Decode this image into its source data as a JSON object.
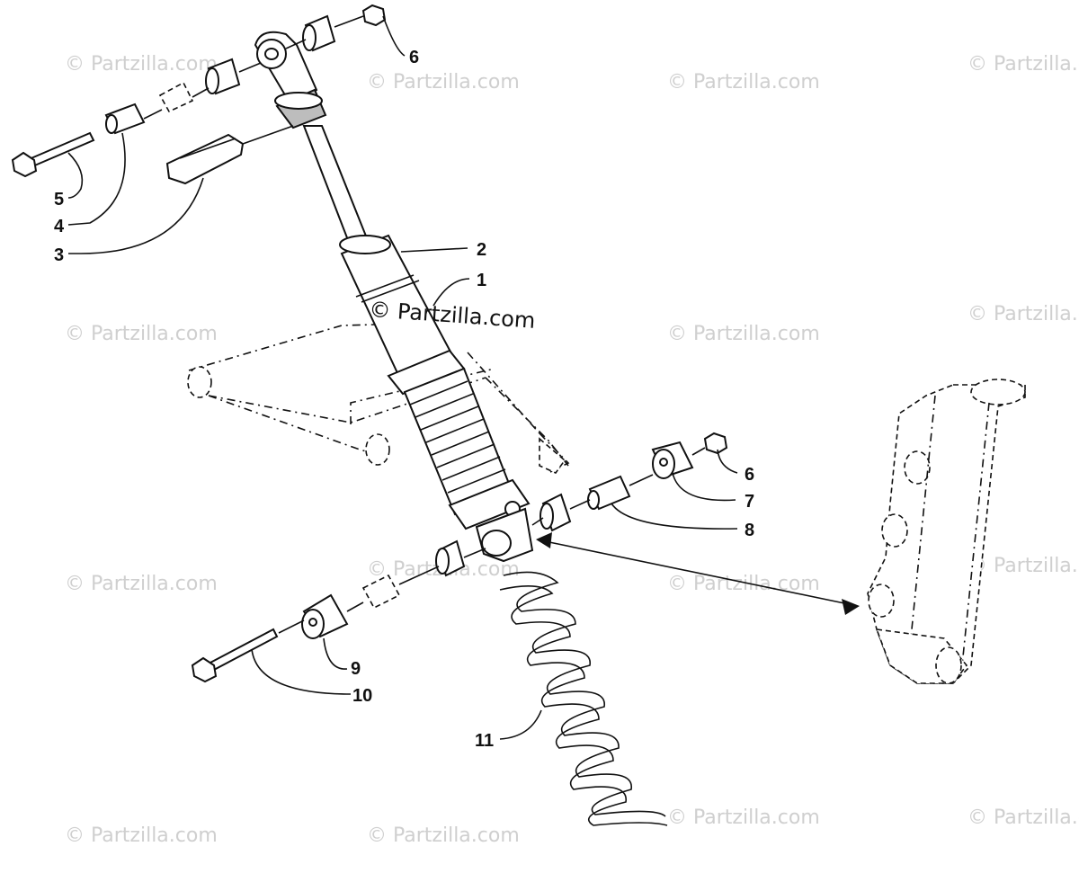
{
  "watermark": {
    "text": "© Partzilla.com",
    "center_text": "© Partzilla.com"
  },
  "callouts": [
    {
      "id": "1",
      "label": "1"
    },
    {
      "id": "2",
      "label": "2"
    },
    {
      "id": "3",
      "label": "3"
    },
    {
      "id": "4",
      "label": "4"
    },
    {
      "id": "5",
      "label": "5"
    },
    {
      "id": "6a",
      "label": "6"
    },
    {
      "id": "6b",
      "label": "6"
    },
    {
      "id": "7",
      "label": "7"
    },
    {
      "id": "8",
      "label": "8"
    },
    {
      "id": "9",
      "label": "9"
    },
    {
      "id": "10",
      "label": "10"
    },
    {
      "id": "11",
      "label": "11"
    }
  ],
  "colors": {
    "line": "#111111",
    "watermark": "#cfcfcf",
    "background": "#ffffff"
  }
}
